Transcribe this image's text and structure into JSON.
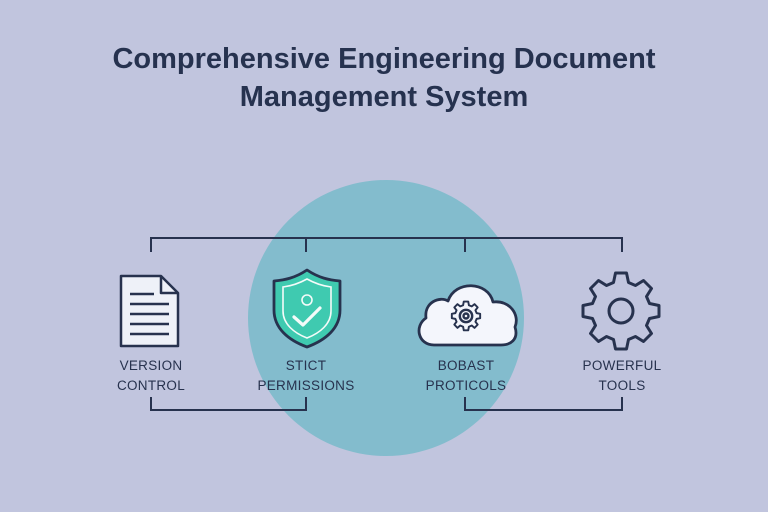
{
  "title": {
    "line1": "Comprehensive Engineering Document",
    "line2": "Management System"
  },
  "colors": {
    "background": "#c1c5de",
    "circle": "#7fbccb",
    "ink": "#27324e",
    "shield_fill": "#3fcab0"
  },
  "features": [
    {
      "icon": "document-icon",
      "line1": "VERSION",
      "line2": "CONTROL"
    },
    {
      "icon": "shield-check-icon",
      "line1": "STICT",
      "line2": "PERMISSIONS"
    },
    {
      "icon": "cloud-gear-icon",
      "line1": "BOBAST",
      "line2": "PROTICOLS"
    },
    {
      "icon": "gear-icon",
      "line1": "POWERFUL",
      "line2": "TOOLS"
    }
  ]
}
